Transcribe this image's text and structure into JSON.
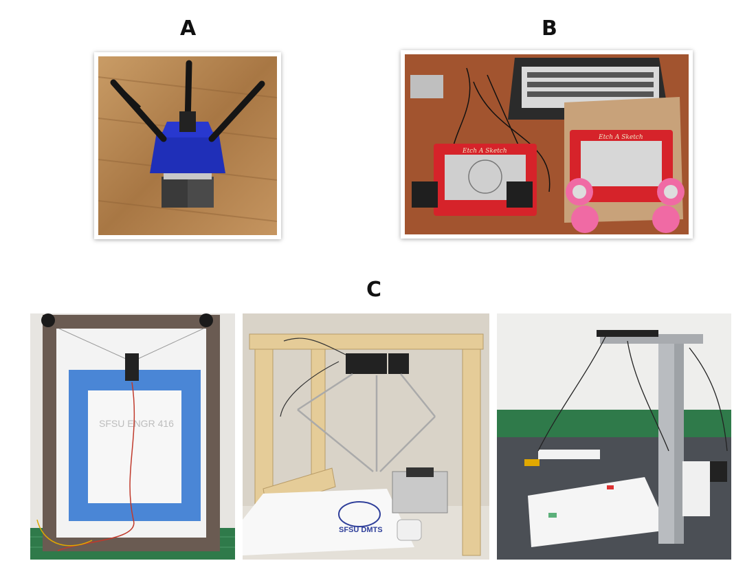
{
  "labels": {
    "a": "A",
    "b": "B",
    "c": "C"
  },
  "photo_text": {
    "paper_text": "SFSU ENGR 416",
    "toy_brand": "Etch A Sketch",
    "logo_text": "SFSU DMTS"
  },
  "colors": {
    "wood_floor": "#b98a55",
    "blue_parts": "#1f2fb8",
    "etch_red": "#d6232a",
    "tape_blue": "#4a86d6",
    "cutting_mat": "#2f7a4a"
  }
}
